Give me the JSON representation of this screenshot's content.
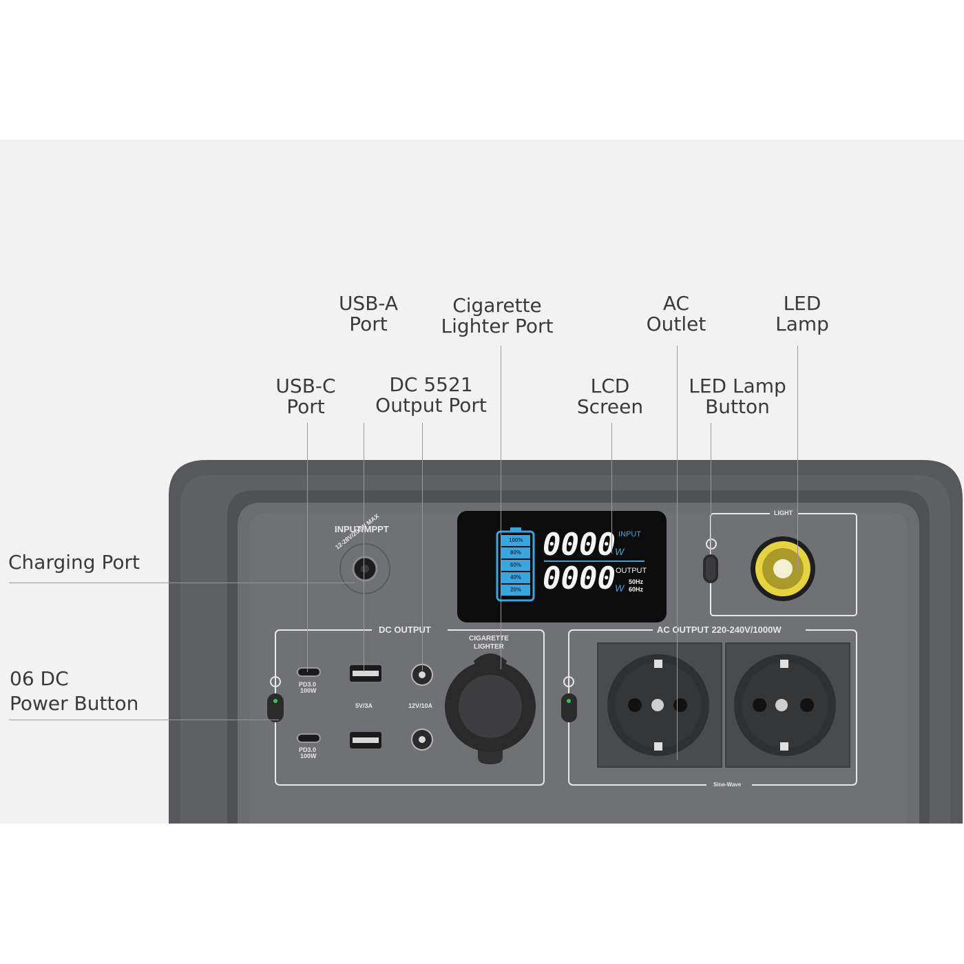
{
  "callouts": {
    "usb_a": [
      "USB-A",
      "Port"
    ],
    "cigarette": [
      "Cigarette",
      "Lighter Port"
    ],
    "ac_outlet": [
      "AC",
      "Outlet"
    ],
    "led_lamp": [
      "LED",
      "Lamp"
    ],
    "usb_c": [
      "USB-C",
      "Port"
    ],
    "dc5521": [
      "DC 5521",
      "Output Port"
    ],
    "lcd": [
      "LCD",
      "Screen"
    ],
    "led_button": [
      "LED Lamp",
      "Button"
    ],
    "charging_port": [
      "Charging Port"
    ],
    "dc_power": [
      "06 DC",
      "Power Button"
    ]
  },
  "device": {
    "input_label": "INPUT/MPPT",
    "input_ring": "12-28V/200W MAX",
    "dc_output_label": "DC OUTPUT",
    "ac_output_label": "AC OUTPUT 220-240V/1000W",
    "light_label": "LIGHT",
    "cigarette_label_1": "CIGARETTE",
    "cigarette_label_2": "LIGHTER",
    "usbc_spec": [
      "PD3.0",
      "100W"
    ],
    "usba_spec": "5V/3A",
    "dc_spec": "12V/10A",
    "sine_wave": "Sine-Wave",
    "lcd": {
      "battery_levels": [
        "100%",
        "80%",
        "60%",
        "40%",
        "20%"
      ],
      "input_value": "0000",
      "input_unit": "W",
      "input_label": "INPUT",
      "output_value": "0000",
      "output_unit": "W",
      "output_label": "OUTPUT",
      "freq_1": "50Hz",
      "freq_2": "60Hz"
    }
  },
  "colors": {
    "background": "#f2f2f2",
    "device_body": "#5b5c5f",
    "panel": "#6c6d70",
    "lcd_background": "#0c0c0d",
    "lcd_accent": "#3aa6e0",
    "lamp_ring": "#e7d23f"
  }
}
